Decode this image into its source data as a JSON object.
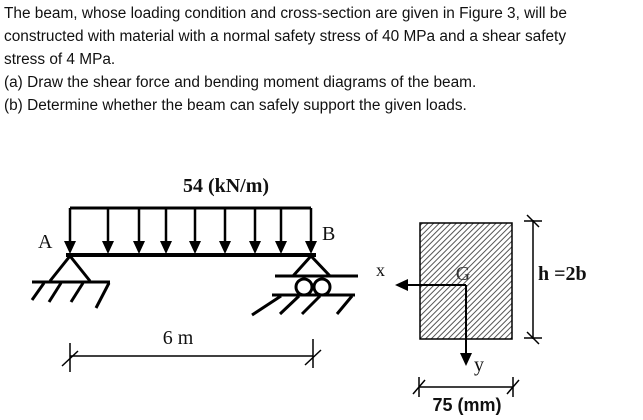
{
  "problem": {
    "intro_line1": "The beam, whose loading condition and cross-section are given in Figure 3, will be",
    "intro_line2": "constructed with material with a normal safety stress of 40 MPa and a shear safety",
    "intro_line3": "stress of 4 MPa.",
    "part_a": "(a) Draw the shear force and bending moment diagrams of the beam.",
    "part_b": "(b) Determine whether the beam can safely support the given loads."
  },
  "figure": {
    "load_label": "54 (kN/m)",
    "support_a_label": "A",
    "support_b_label": "B",
    "span_label": "6  m",
    "section": {
      "x_axis_label": "x",
      "y_axis_label": "y",
      "centroid_label": "G",
      "height_label": "h =2b",
      "width_label": "75 (mm)"
    }
  }
}
